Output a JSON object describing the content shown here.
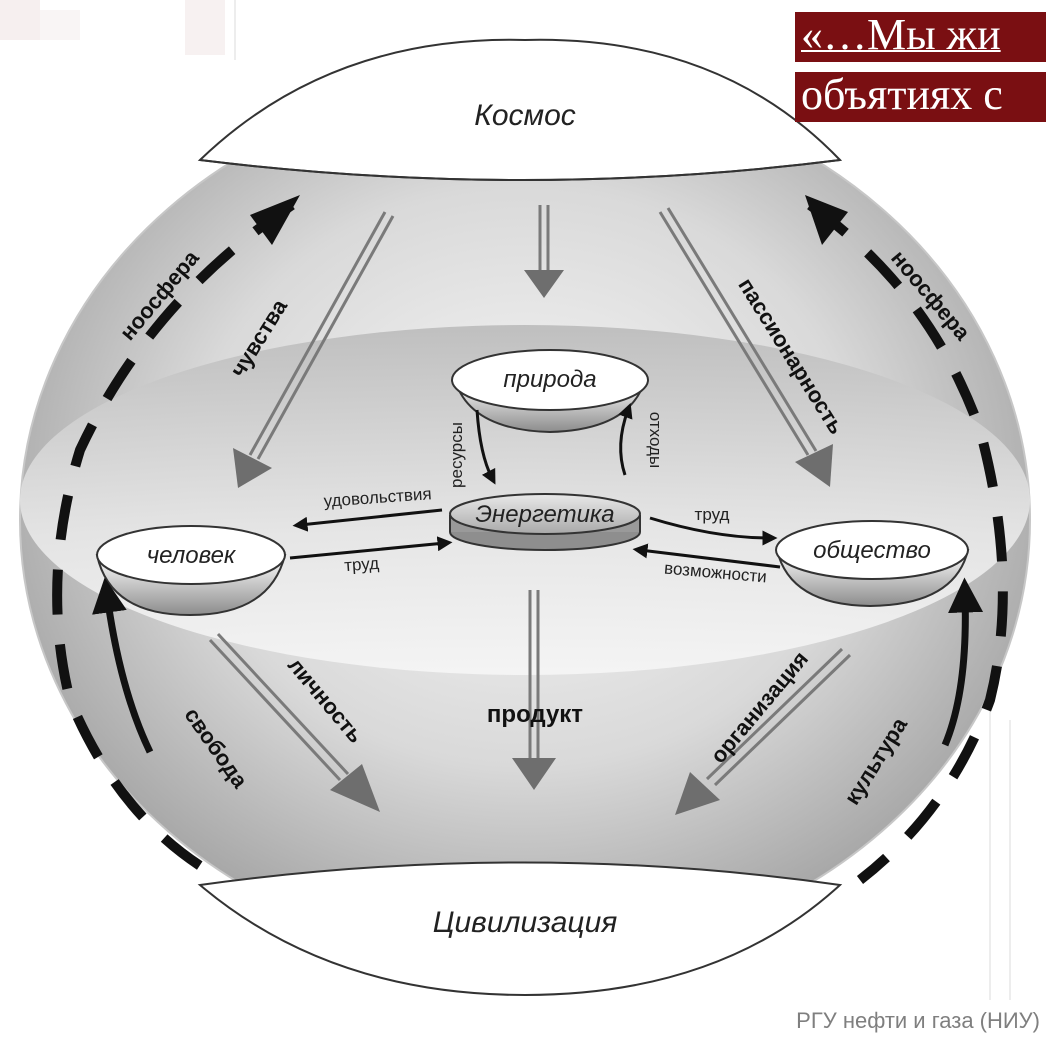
{
  "header": {
    "quote_line1": "«…Мы жи",
    "quote_line2": "объятиях с",
    "quote_bg_color": "#7a0f12"
  },
  "diagram": {
    "nodes": {
      "cosmos": "Космос",
      "nature": "природа",
      "energy": "Энергетика",
      "person": "человек",
      "society": "общество",
      "civilization": "Цивилизация"
    },
    "flows": {
      "resources": "ресурсы",
      "waste": "отходы",
      "pleasures": "удовольствия",
      "labor_person": "труд",
      "labor_society": "труд",
      "opportunities": "возможности",
      "feelings": "чувства",
      "passionarity": "пассионарность",
      "personality": "личность",
      "product": "продукт",
      "organization": "организация",
      "noosphere_left": "ноосфера",
      "noosphere_right": "ноосфера",
      "freedom": "свобода",
      "culture": "культура"
    }
  },
  "footer": {
    "org": "РГУ нефти и газа (НИУ)"
  }
}
